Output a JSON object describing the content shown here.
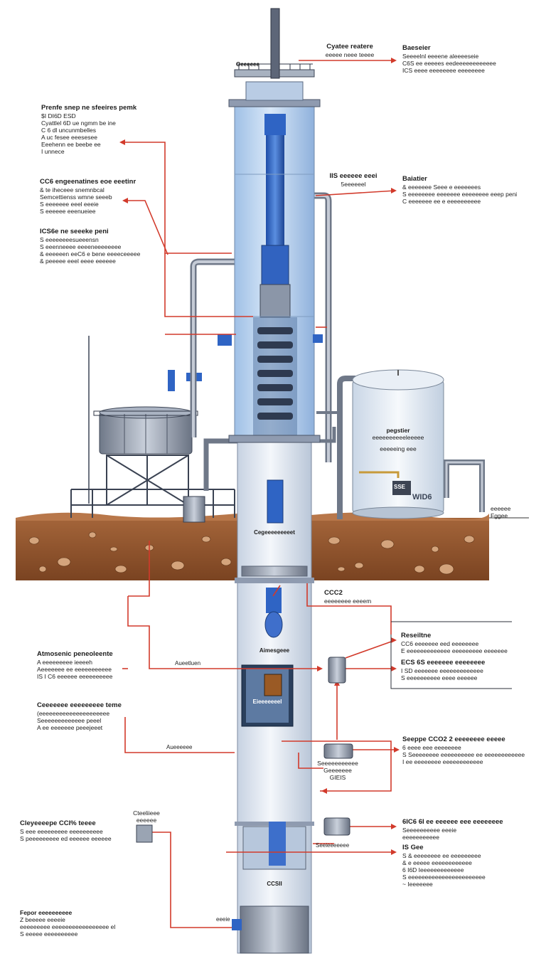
{
  "labels": {
    "top_left_1": {
      "title": "Prenfe snep ne sfeeires pemk",
      "lines": [
        "$I DI6D ESD",
        "Cyattlel 6D ue ngmm be ine",
        "C 6 dl uncunmbelles",
        "A uc fesee eeesesee",
        "Eeehenn ee beebe ee",
        "I unnece"
      ]
    },
    "top_left_2": {
      "title": "CC6 engeenatines eoe eeetinr",
      "lines": [
        "& te iheceee snemnbcal",
        "Semcettienss wmne seeeb",
        "S eeeeeee eeel eeeie",
        "S eeeeee eeenueiee"
      ]
    },
    "top_left_3": {
      "title": "ICS6e ne seeeke peni",
      "lines": [
        "S eeeeeeeesueeensn",
        "S eeenneeee eeeeneeeeeeee",
        "& eeeeeen eeC6 e bene eeeeceeeee",
        "& peeeee eeel eeee eeeeee"
      ]
    },
    "top_center": {
      "title": "Cyatee reatere",
      "lines": [
        "eeeee neee teeee"
      ]
    },
    "top_right": {
      "title": "Baeseier",
      "lines": [
        "Seeeelnl eeeene aleeeeseie",
        "C6S ee eeeees eedeeeeeeeeeeee",
        "ICS eeee eeeeeeee eeeeeeee"
      ]
    },
    "mid_center": {
      "title": "IIS eeeeee eeei",
      "lines": [
        "5eeeeeel"
      ]
    },
    "mid_right": {
      "title": "Baiatier",
      "lines": [
        "& eeeeeee Seee e eeeeeees",
        "S eeeeeeee eeeeeee eeeeeeee eeep peni",
        "C eeeeeee ee e eeeeeeeeee"
      ]
    },
    "tank_label": {
      "title": "pegstier",
      "lines": [
        "eeeeeeeeeeleeeee",
        "eeeeeing eee"
      ]
    },
    "tank_mark": "WID6",
    "cyl_mark": "SSE",
    "surface_right": {
      "title": "eeeeee",
      "lines": [
        "Fggee"
      ]
    },
    "column_mid": "Cegeeeeeeeeet",
    "co2_top": {
      "title": "CCC2",
      "lines": [
        "eeeeeeee eeeem"
      ]
    },
    "right_box": {
      "title": "Reseiltne",
      "lines": [
        "CC6 eeeeeee eed eeeeeeee",
        "E eeeeeeeeeeeee eeeeeeeee eeeeeee"
      ]
    },
    "right_box2": {
      "title": "ECS 6S eeeeeee eeeeeeee",
      "lines": [
        "I SD eeeeeee eeeeeeeeeeeee",
        "S eeeeeeeeee eeee eeeeee"
      ]
    },
    "atmos_left": {
      "title": "Atmosenic peneoleente",
      "lines": [
        "A eeeeeeeee ieeeeh",
        "Aeeeeeee ee eeeeeeeeeee",
        "IS I C6 eeeeee eeeeeeeeee"
      ]
    },
    "atmos_col": "Aimesgeee",
    "arrow_label_1": "Aueetluen",
    "arrow_label_2": "Aueeeeee",
    "col_box": "Eieeeeeeel",
    "capsule_left": {
      "title": "Ceeeeeee eeeeeeeee teme",
      "lines": [
        "(eeeeeeeeeeeeeeeeeeeee",
        "Seeeeeeeeeeeee peeel",
        "A ee eeeeeee peeejeeet"
      ]
    },
    "scape": {
      "title": "Seeppe CCO2 2 eeeeeeee eeeee",
      "lines": [
        "6 eeee eee eeeeeeee",
        "S Seeeeeeee eeeeeeeeee ee eeeeeeeeeeee",
        "I ee eeeeeeee eeeeeeeeeeee"
      ]
    },
    "pump_label": {
      "title": "Seeeeeeeeeee",
      "lines": [
        "Geeeeeee",
        "GIEIS"
      ]
    },
    "lower_left": {
      "title": "Cleyeeeepe CCI% teeee",
      "lines": [
        "S eee eeeeeeeee eeeeeeeeee",
        "S peeeeeeeee ed eeeeee eeeeee"
      ]
    },
    "small_box": {
      "title": "Cteeliieee",
      "lines": [
        "eeeeee"
      ]
    },
    "bottom_right_1": {
      "title": "6IC6 6I ee eeeeee eee eeeeeeee",
      "lines": [
        "Seeeeeeeeee eeeie",
        "eeeeeeeeeee"
      ]
    },
    "bottom_right_2": {
      "title": "IS Gee",
      "lines": [
        "S & eeeeeeee ee eeeeeeeee",
        "& e eeeee eeeeeeeeeeee",
        "6 I6D Ieeeeeeeeeeeee",
        "S eeeeeeeeeeeeeeeeeeeeeee",
        "~ Ieeeeeee"
      ]
    },
    "col_bottom_1": "Seeieeeeeee",
    "col_bottom_2": "CCSII",
    "bottom_pump": "eeeie",
    "legend": {
      "title": "Fepor eeeeeeeeee",
      "lines": [
        "Z  beeeee eeeeie",
        "  eeeeeeeee eeeeeeeeeeeeeeeee el",
        "  S eeeee eeeeeeeeee"
      ]
    },
    "top_platform": "Oeeeeee"
  },
  "colors": {
    "pipe_red": "#d23a2b",
    "steel": "#8f98a8",
    "glass": "#bcd4ee",
    "blue_core": "#2f64c4",
    "soil": "#8a4f2a",
    "column": "#e8eef7"
  }
}
